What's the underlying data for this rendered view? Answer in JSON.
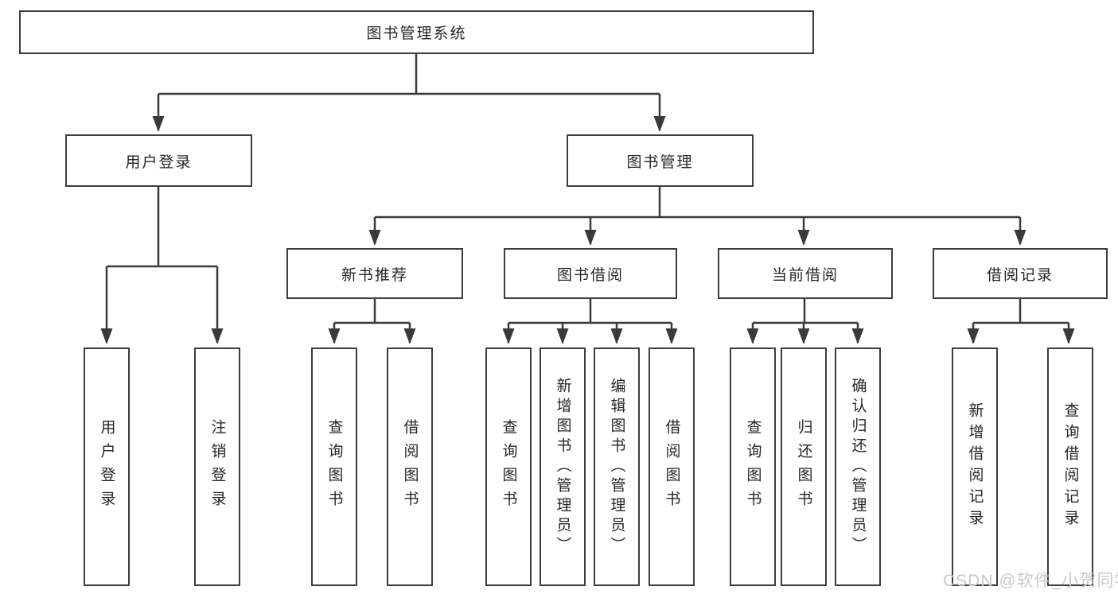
{
  "diagram": {
    "root": {
      "label": "图书管理系统"
    },
    "level2": {
      "user_login": {
        "label": "用户登录"
      },
      "book_mgmt": {
        "label": "图书管理"
      }
    },
    "level3": {
      "new_books": {
        "label": "新书推荐"
      },
      "book_borrow": {
        "label": "图书借阅"
      },
      "current_borrow": {
        "label": "当前借阅"
      },
      "borrow_records": {
        "label": "借阅记录"
      }
    },
    "leaves": {
      "user_login": [
        "用户登录",
        "注销登录"
      ],
      "new_books": [
        "查询图书",
        "借阅图书"
      ],
      "book_borrow": [
        "查询图书",
        "新增图书（管理员）",
        "编辑图书（管理员）",
        "借阅图书"
      ],
      "current_borrow": [
        "查询图书",
        "归还图书",
        "确认归还（管理员）"
      ],
      "borrow_records": [
        "新增借阅记录",
        "查询借阅记录"
      ]
    }
  },
  "watermark": "CSDN @软件_小贺同学",
  "colors": {
    "line": "#3a3a3a",
    "box_border": "#3d3d3d",
    "text": "#262626",
    "watermark": "#c9c9c9",
    "background": "#ffffff"
  }
}
